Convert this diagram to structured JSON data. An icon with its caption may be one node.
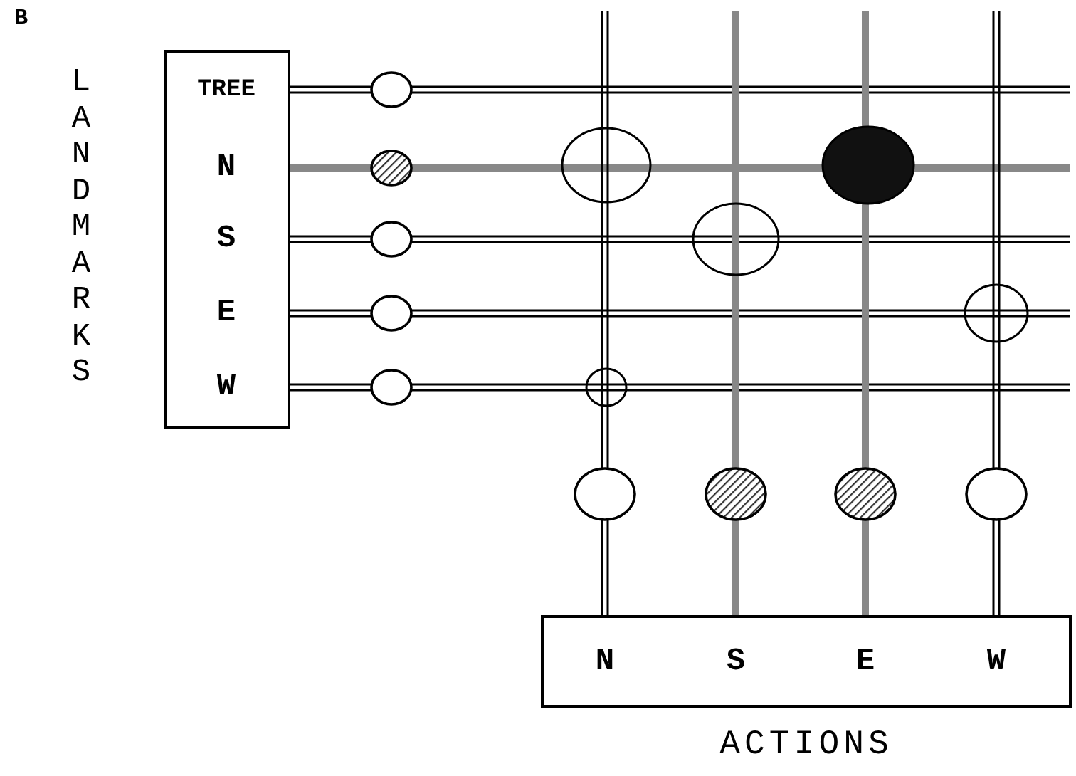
{
  "diagram": {
    "nodes": [
      {
        "text": [
          "LANDMARKS"
        ]
      },
      {
        "text": [
          "TREE"
        ],
        "in": 0
      },
      {
        "text": [
          "N"
        ],
        "in": 0
      },
      {
        "text": [
          "S"
        ],
        "in": 0
      },
      {
        "text": [
          "E"
        ],
        "in": 0
      },
      {
        "text": [
          "W"
        ],
        "in": 0
      },
      {
        "text": [
          "ACTIONS"
        ]
      },
      {
        "text": [
          "N"
        ],
        "in": 6
      },
      {
        "text": [
          "S"
        ],
        "in": 6
      },
      {
        "text": [
          "E"
        ],
        "in": 6
      },
      {
        "text": [
          "W"
        ],
        "in": 6
      }
    ],
    "edges": [
      {
        "from": 1,
        "to": null,
        "arrow": "none"
      },
      {
        "from": 2,
        "to": null,
        "arrow": "none",
        "style": "thick",
        "color": "#888888"
      },
      {
        "from": 3,
        "to": null,
        "arrow": "none"
      },
      {
        "from": 4,
        "to": null,
        "arrow": "none"
      },
      {
        "from": 5,
        "to": null,
        "arrow": "none"
      },
      {
        "from": null,
        "to": 7,
        "arrow": "none"
      },
      {
        "from": null,
        "to": 8,
        "arrow": "none",
        "style": "thick",
        "color": "#888888"
      },
      {
        "from": null,
        "to": 9,
        "arrow": "none",
        "style": "thick",
        "color": "#888888"
      },
      {
        "from": null,
        "to": 10,
        "arrow": "none"
      }
    ],
    "labels": [
      "B"
    ]
  }
}
